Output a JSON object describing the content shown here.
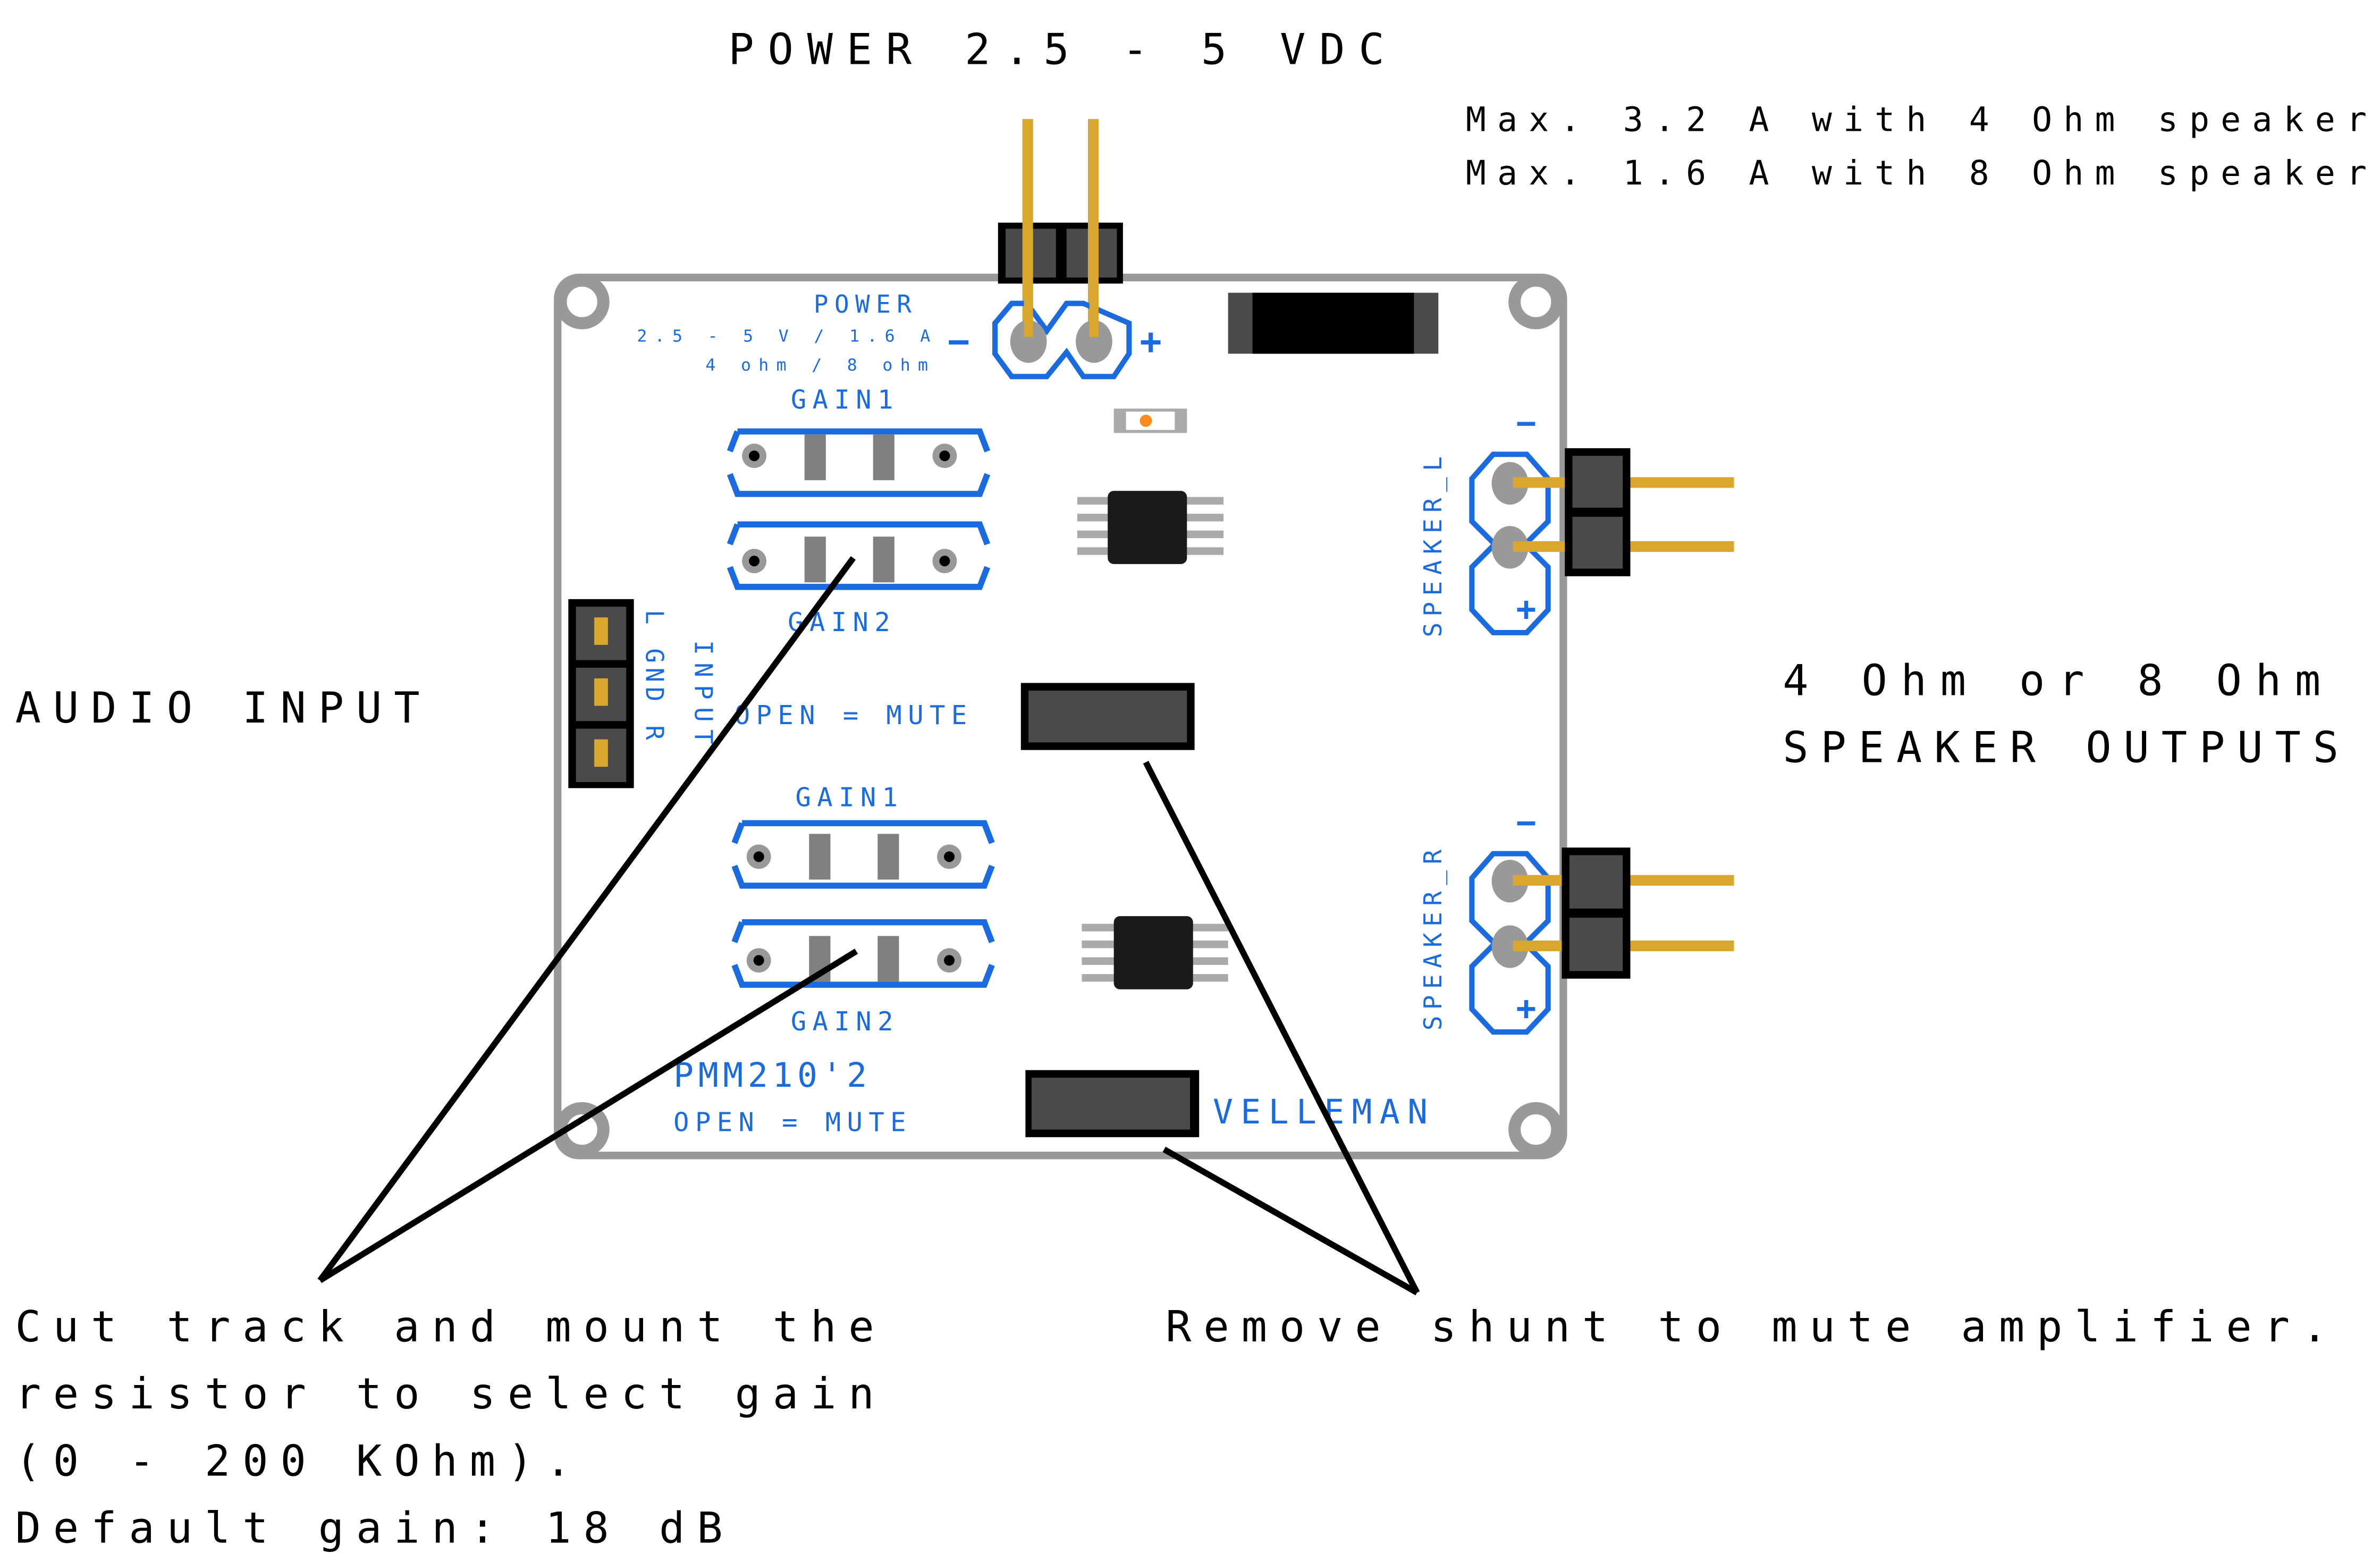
{
  "title_power": "POWER 2.5 - 5 VDC",
  "max_current": [
    "Max. 3.2 A with 4 Ohm speaker",
    "Max. 1.6 A with 8 Ohm speaker"
  ],
  "audio_input": "AUDIO INPUT",
  "speaker_outputs": [
    "4 Ohm or 8 Ohm",
    "SPEAKER OUTPUTS"
  ],
  "gain_note": [
    "Cut track and mount the",
    "resistor to select gain",
    "(0 - 200 KOhm).",
    "Default gain: 18 dB"
  ],
  "mute_note": "Remove shunt to mute amplifier.",
  "pcb": {
    "power_label": "POWER",
    "power_spec": "2.5 - 5 V / 1.6 A",
    "power_ohm": "4 ohm / 8 ohm",
    "minus": "−",
    "plus": "+",
    "gain1_top": "GAIN1",
    "gain2_top": "GAIN2",
    "gain1_bottom": "GAIN1",
    "gain2_bottom": "GAIN2",
    "open_mute_1": "OPEN = MUTE",
    "open_mute_2": "OPEN = MUTE",
    "input_label": "INPUT",
    "input_pins": "L GND R",
    "speaker_l": "SPEAKER_L",
    "speaker_r": "SPEAKER_R",
    "model": "PMM210'2",
    "brand": "VELLEMAN"
  },
  "colors": {
    "silkscreen": "#1a6be0",
    "pin_gold": "#d9a62e",
    "board_outline": "#999999",
    "header_body": "#4a4a4a"
  }
}
